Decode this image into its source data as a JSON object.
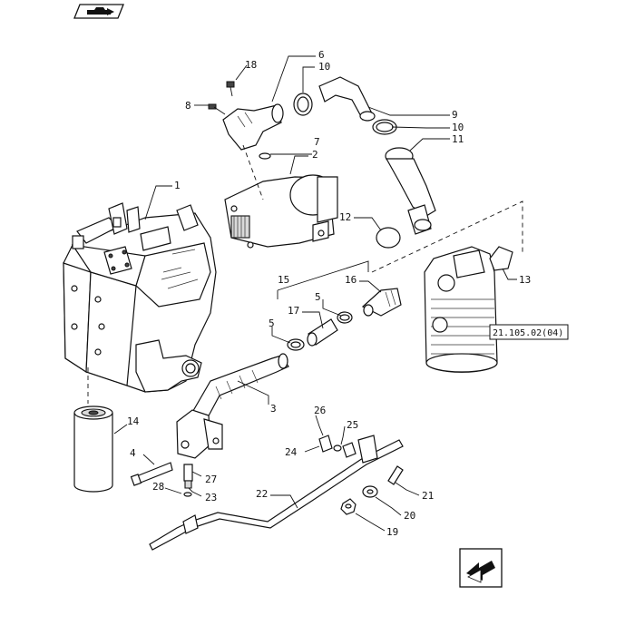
{
  "callouts": {
    "c1": "1",
    "c2": "2",
    "c3": "3",
    "c4": "4",
    "c5a": "5",
    "c5b": "5",
    "c6": "6",
    "c7": "7",
    "c8": "8",
    "c9": "9",
    "c10a": "10",
    "c10b": "10",
    "c11": "11",
    "c12": "12",
    "c13": "13",
    "c14": "14",
    "c15": "15",
    "c16": "16",
    "c17": "17",
    "c18": "18",
    "c19": "19",
    "c20": "20",
    "c21": "21",
    "c22": "22",
    "c23": "23",
    "c24": "24",
    "c25": "25",
    "c26": "26",
    "c27": "27",
    "c28": "28"
  },
  "reference": "21.105.02(04)",
  "icons": {
    "top_left": "vehicle-section-icon",
    "bottom_right": "next-page-arrow-icon"
  }
}
